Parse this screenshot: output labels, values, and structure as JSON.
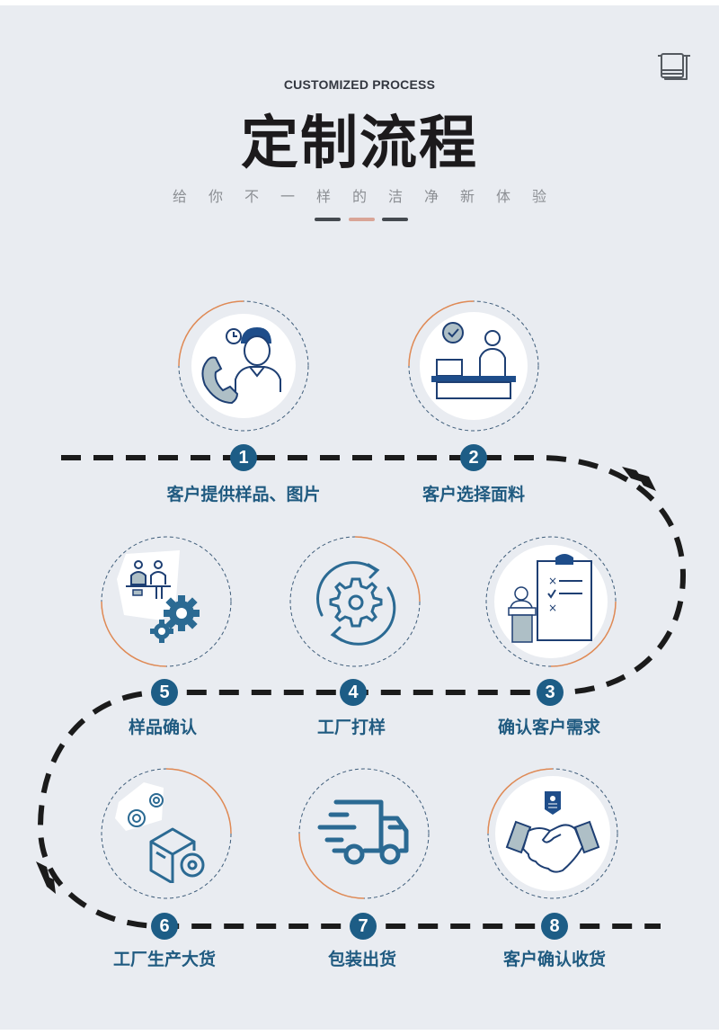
{
  "header": {
    "subtitle_en": "CUSTOMIZED PROCESS",
    "title": "定制流程",
    "tagline": "给你不一样的洁净新体验",
    "corner_icon": "towel-icon",
    "decoration_colors": [
      "#454a50",
      "#d9a597",
      "#454a50"
    ]
  },
  "colors": {
    "background": "#e9ecf1",
    "badge": "#1d5d86",
    "label": "#1f5a80",
    "ring_accent": "#e08a55",
    "ring_dashed": "#3f5d7a",
    "path": "#1b1b1b"
  },
  "steps": [
    {
      "number": "1",
      "label": "客户提供样品、图片",
      "icon": "customer-service-phone-icon"
    },
    {
      "number": "2",
      "label": "客户选择面料",
      "icon": "reception-desk-icon"
    },
    {
      "number": "3",
      "label": "确认客户需求",
      "icon": "checklist-clipboard-icon"
    },
    {
      "number": "4",
      "label": "工厂打样",
      "icon": "gear-cycle-icon"
    },
    {
      "number": "5",
      "label": "样品确认",
      "icon": "meeting-gears-icon"
    },
    {
      "number": "6",
      "label": "工厂生产大货",
      "icon": "box-gears-icon"
    },
    {
      "number": "7",
      "label": "包装出货",
      "icon": "delivery-truck-icon"
    },
    {
      "number": "8",
      "label": "客户确认收货",
      "icon": "handshake-icon"
    }
  ]
}
